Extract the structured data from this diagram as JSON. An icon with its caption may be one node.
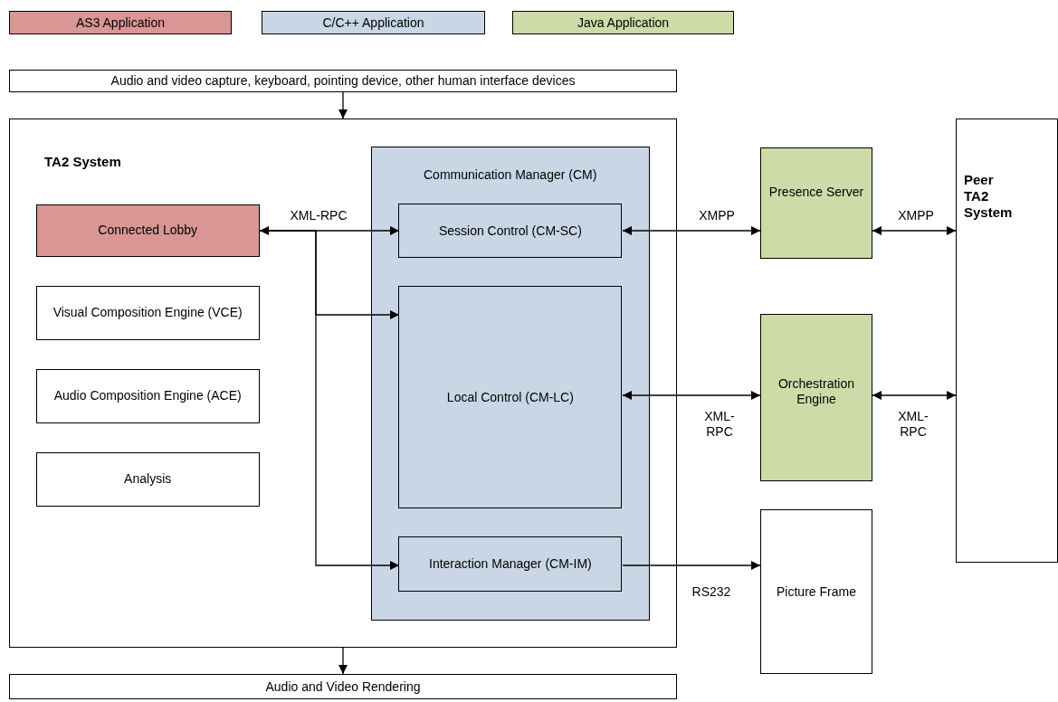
{
  "diagram": {
    "nodes": [
      {
        "text": [
          "Audio and video capture, keyboard, pointing device, other human interface devices"
        ]
      },
      {
        "text": [
          "TA2 System"
        ]
      },
      {
        "text": [
          "Connected Lobby"
        ],
        "in": 1
      },
      {
        "text": [
          "Visual Composition Engine (VCE)"
        ],
        "in": 1
      },
      {
        "text": [
          "Audio Composition Engine (ACE)"
        ],
        "in": 1
      },
      {
        "text": [
          "Analysis"
        ],
        "in": 1
      },
      {
        "text": [
          "Communication Manager (CM)"
        ],
        "in": 1
      },
      {
        "text": [
          "Session Control (CM-SC)"
        ],
        "in": 6
      },
      {
        "text": [
          "Local Control (CM-LC)"
        ],
        "in": 6
      },
      {
        "text": [
          "Interaction Manager (CM-IM)"
        ],
        "in": 6
      },
      {
        "text": [
          "Presence Server"
        ]
      },
      {
        "text": [
          "Orchestration Engine"
        ]
      },
      {
        "text": [
          "Picture Frame"
        ]
      },
      {
        "text": [
          "Peer TA2 System"
        ]
      },
      {
        "text": [
          "Audio and Video Rendering"
        ]
      }
    ],
    "edges": [
      {
        "from": 0,
        "to": 1,
        "arrow": "to"
      },
      {
        "from": 1,
        "to": 14,
        "arrow": "to"
      },
      {
        "from": 2,
        "to": 7,
        "arrow": "both",
        "label": "XML-RPC"
      },
      {
        "from": 2,
        "to": 8,
        "arrow": "to"
      },
      {
        "from": 2,
        "to": 9,
        "arrow": "to"
      },
      {
        "from": 7,
        "to": 10,
        "arrow": "both",
        "label": "XMPP"
      },
      {
        "from": 10,
        "to": 13,
        "arrow": "both",
        "label": "XMPP"
      },
      {
        "from": 8,
        "to": 11,
        "arrow": "both",
        "label": "XML-RPC"
      },
      {
        "from": 11,
        "to": 13,
        "arrow": "both",
        "label": "XML-RPC"
      },
      {
        "from": 9,
        "to": 12,
        "arrow": "to",
        "label": "RS232"
      }
    ],
    "legend": [
      {
        "text": "AS3 Application",
        "color": "#d99694"
      },
      {
        "text": "C/C++ Application",
        "color": "#c9d6e5"
      },
      {
        "text": "Java Application",
        "color": "#cddba9"
      }
    ]
  }
}
